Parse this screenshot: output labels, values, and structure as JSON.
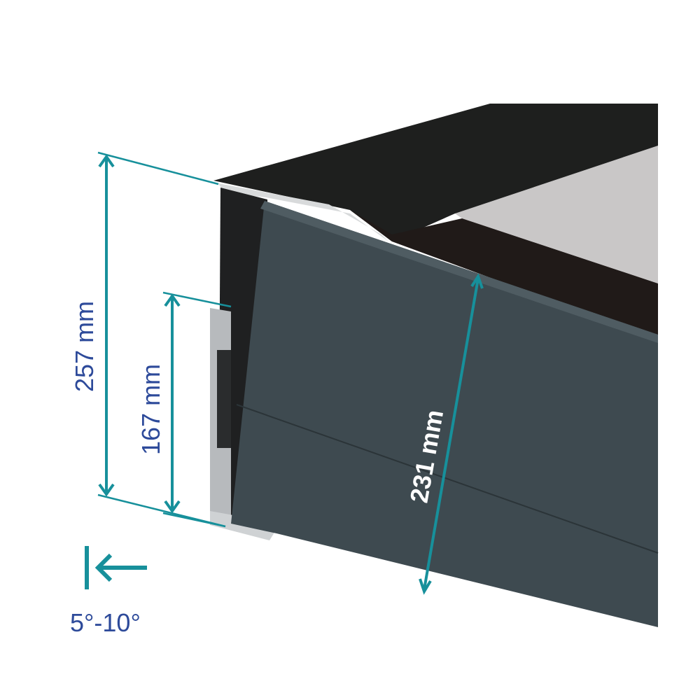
{
  "dimensions": {
    "total_height": "257 mm",
    "inner_height": "167 mm",
    "panel_height": "231 mm"
  },
  "tilt": {
    "label": "5°-10°",
    "icon": "arrow-left-to-line-icon"
  },
  "colors": {
    "dimension_line": "#17909b",
    "label_blue": "#2d4a9a",
    "panel": "#3e4a50",
    "frame": "#1d1e1d",
    "label_white": "#ffffff"
  }
}
